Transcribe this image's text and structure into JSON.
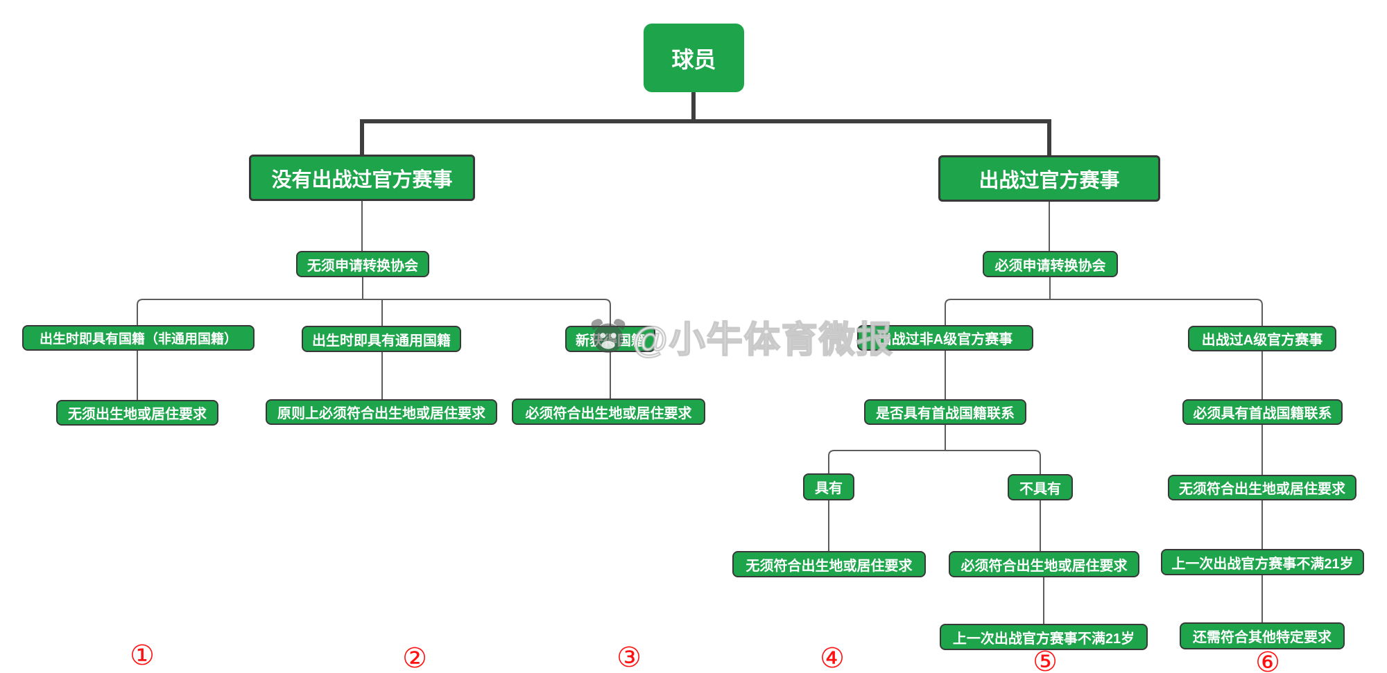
{
  "palette": {
    "node_green": "#1ea54c",
    "node_border": "#383838",
    "trunk_color": "#3e3e3e",
    "line_color": "#5c5c5c",
    "marker_red": "#ff1111"
  },
  "tree": {
    "root": {
      "label": "球员"
    },
    "left_branch": {
      "header": "没有出战过官方赛事",
      "rule": "无须申请转换协会",
      "cases": [
        {
          "condition": "出生时即具有国籍（非通用国籍）",
          "requirement": "无须出生地或居住要求",
          "marker": "①"
        },
        {
          "condition": "出生时即具有通用国籍",
          "requirement": "原则上必须符合出生地或居住要求",
          "marker": "②"
        },
        {
          "condition": "新获得国籍",
          "requirement": "必须符合出生地或居住要求",
          "marker": "③"
        }
      ]
    },
    "right_branch": {
      "header": "出战过官方赛事",
      "rule": "必须申请转换协会",
      "non_a_level": {
        "condition": "出战过非A级官方赛事",
        "question": "是否具有首战国籍联系",
        "yes": {
          "label": "具有",
          "requirement": "无须符合出生地或居住要求",
          "marker": "④"
        },
        "no": {
          "label": "不具有",
          "requirement": "必须符合出生地或居住要求",
          "extra": "上一次出战官方赛事不满21岁",
          "marker": "⑤"
        }
      },
      "a_level": {
        "condition": "出战过A级官方赛事",
        "steps": [
          "必须具有首战国籍联系",
          "无须符合出生地或居住要求",
          "上一次出战官方赛事不满21岁",
          "还需符合其他特定要求"
        ],
        "marker": "⑥"
      }
    }
  },
  "markers": [
    "①",
    "②",
    "③",
    "④",
    "⑤",
    "⑥"
  ],
  "watermark": {
    "handle": "@小牛体育微报",
    "logo": "bull-head-logo"
  }
}
